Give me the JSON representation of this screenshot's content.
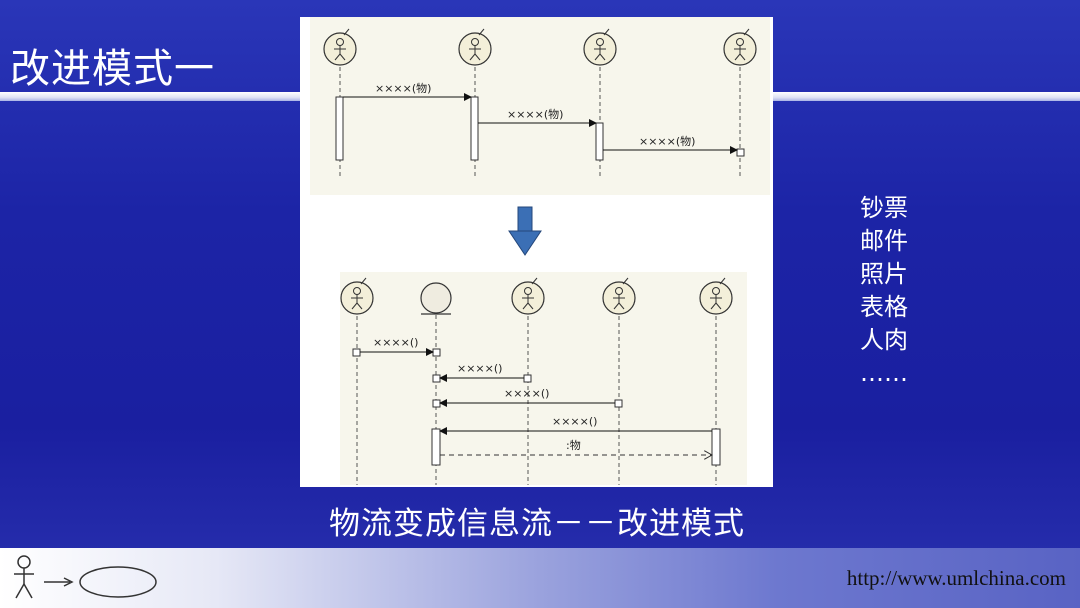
{
  "slide": {
    "title": "改进模式一",
    "caption": "物流变成信息流－－改进模式",
    "side_list": [
      "钞票",
      "邮件",
      "照片",
      "表格",
      "人肉",
      "……"
    ],
    "footer_url": "http://www.umlchina.com"
  },
  "diagram": {
    "top_messages": [
      "××××(物)",
      "××××(物)",
      "××××(物)"
    ],
    "bottom_messages": [
      "××××()",
      "××××()",
      "××××()",
      "××××()"
    ],
    "bottom_return": ":物"
  },
  "colors": {
    "background": "#1c24a6",
    "diagram_panel": "#f7f6ec",
    "arrow": "#3b6fb5"
  }
}
